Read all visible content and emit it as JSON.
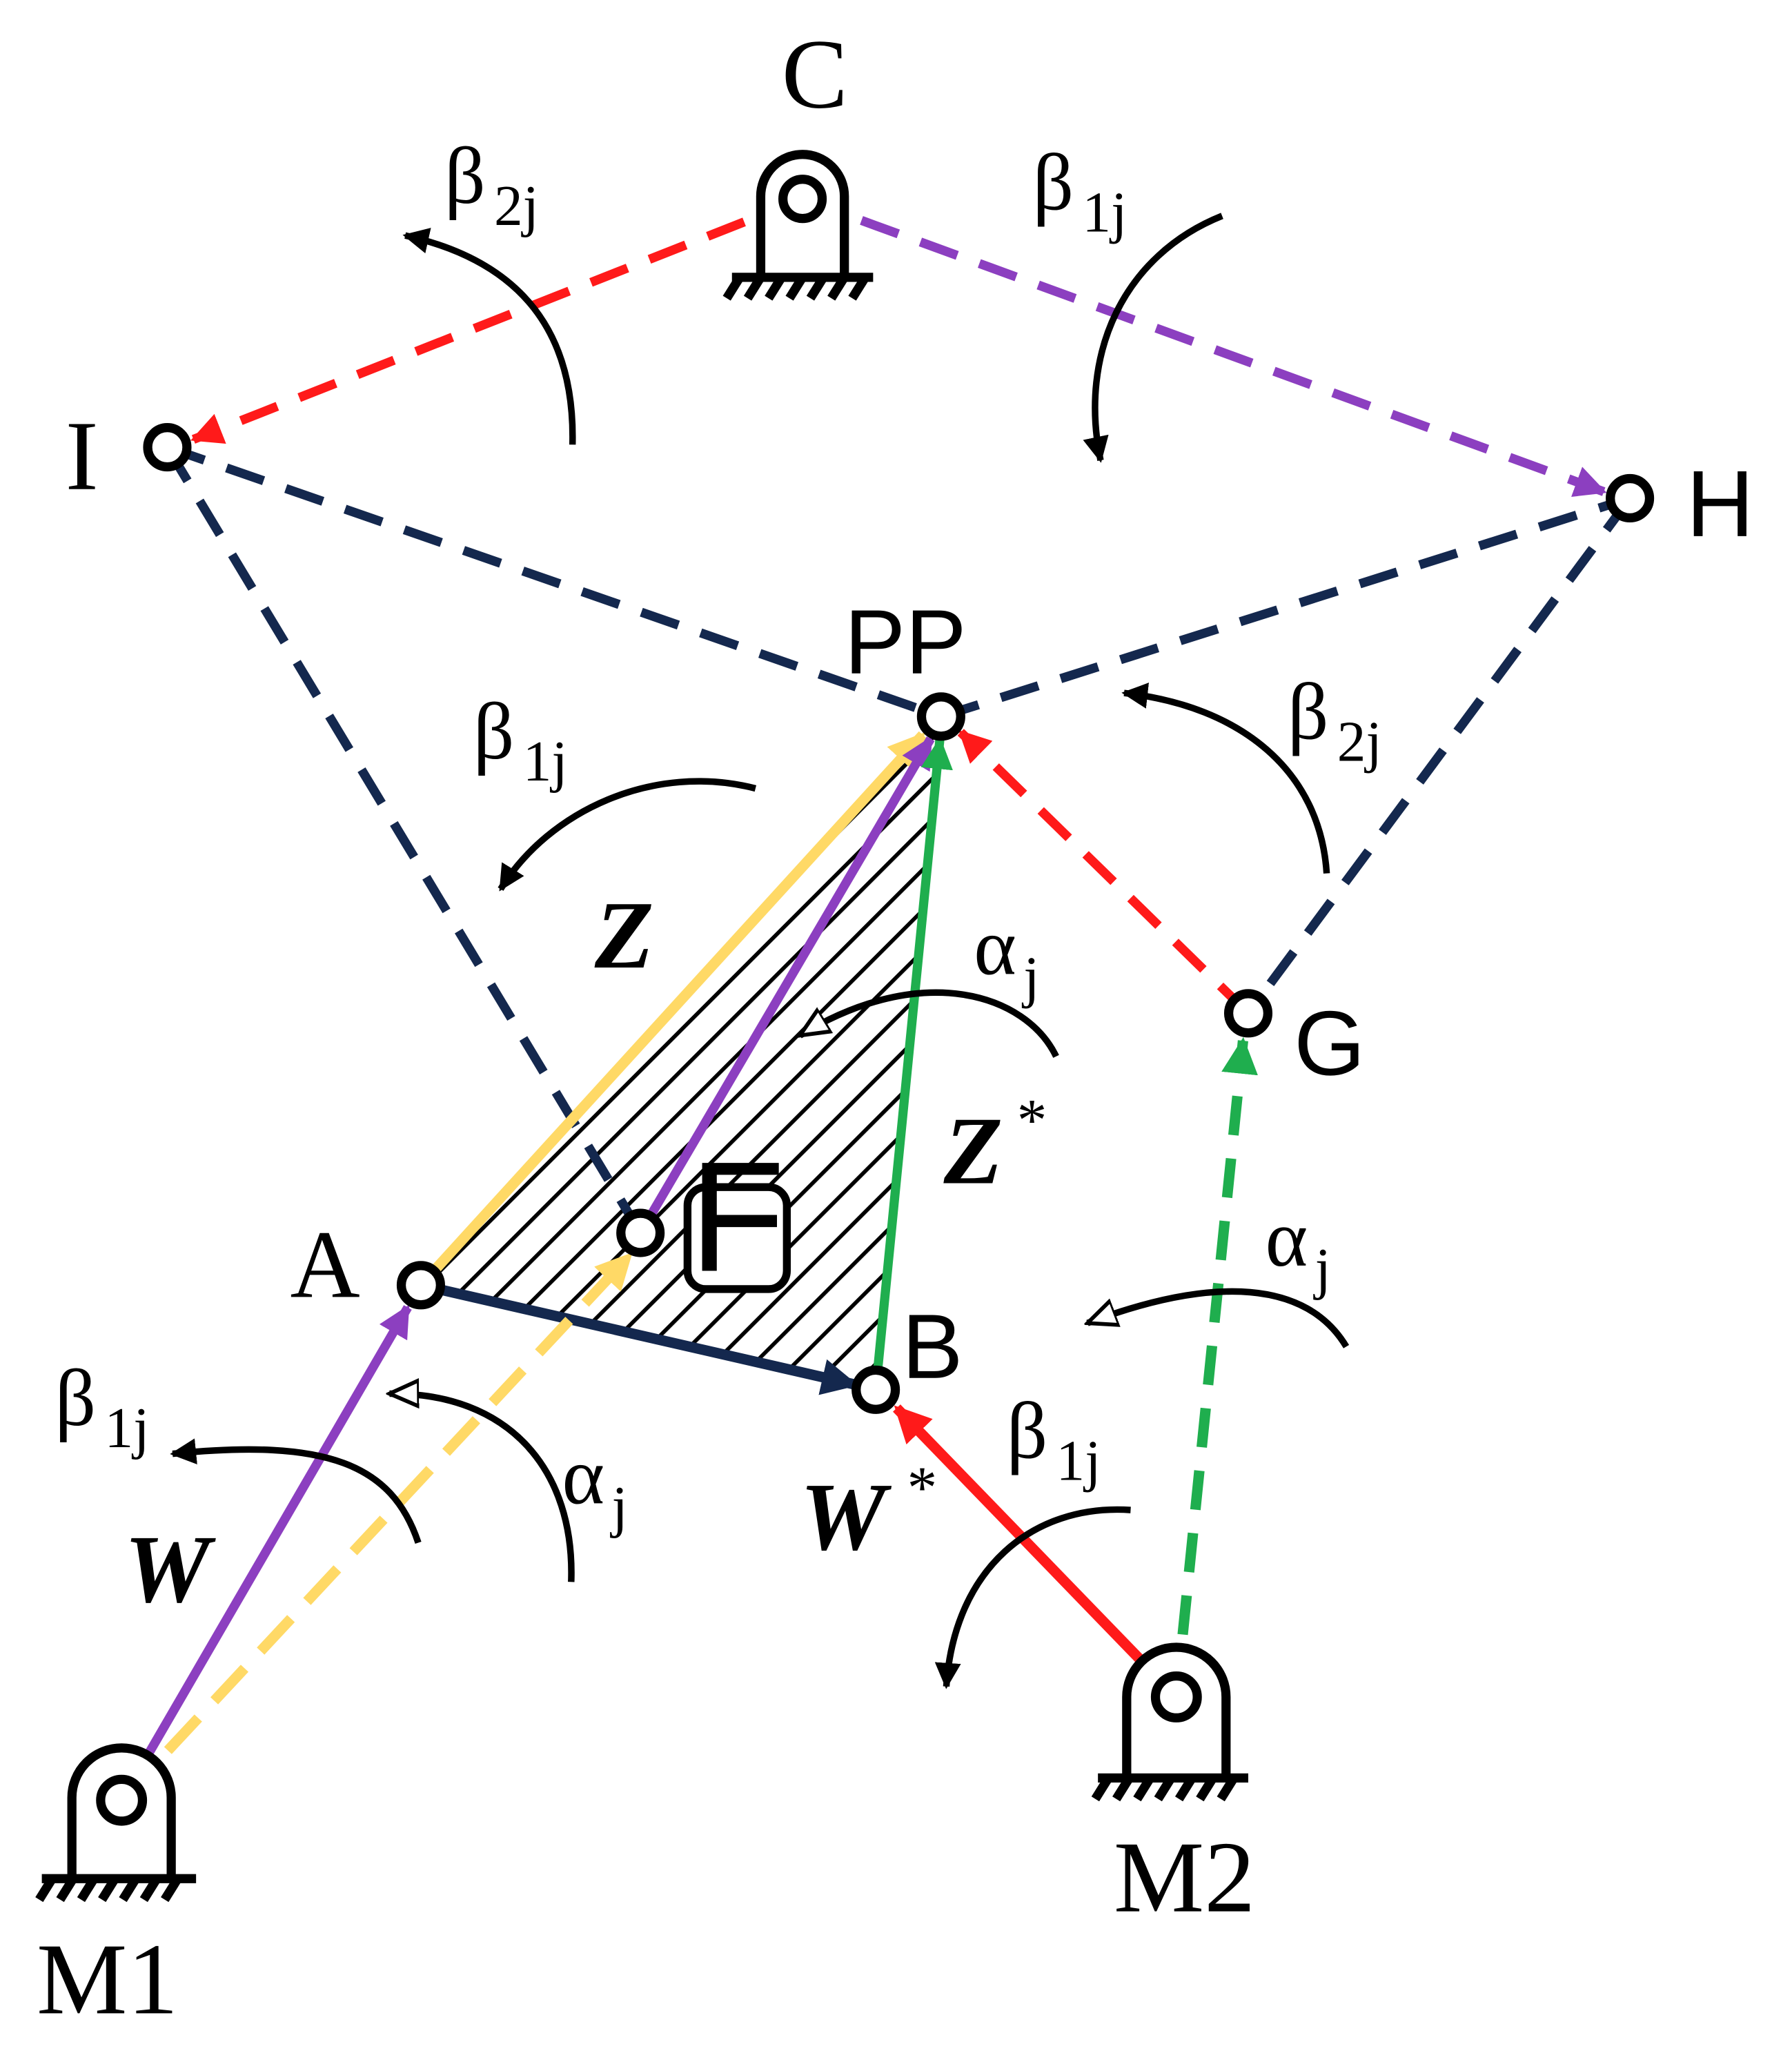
{
  "points": {
    "C": "C",
    "I": "I",
    "H": "H",
    "PP": "PP",
    "G": "G",
    "A": "A",
    "B": "B",
    "F": "F",
    "M1": "M1",
    "M2": "M2"
  },
  "vectors": {
    "W": "W",
    "W_star": "W",
    "Z": "Z",
    "Z_star": "Z",
    "star": "*"
  },
  "angles": {
    "beta": "β",
    "alpha": "α",
    "sub_1j": "1j",
    "sub_2j": "2j",
    "sub_j": "j"
  },
  "colors": {
    "navy": "#14284e",
    "red": "#ff1a1a",
    "purple": "#8c3fc0",
    "yellow": "#ffd966",
    "green": "#1fae4e",
    "black": "#000000"
  }
}
